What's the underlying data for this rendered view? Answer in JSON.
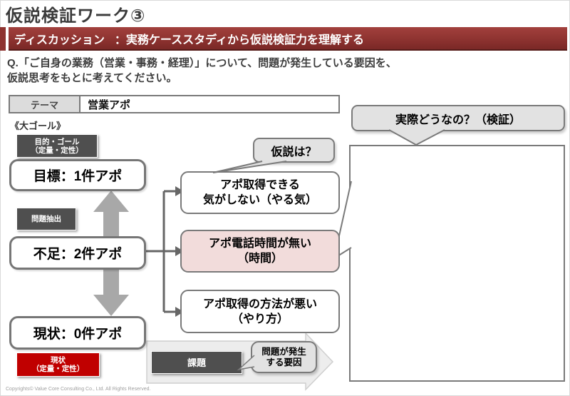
{
  "title": "仮説検証ワーク③",
  "banner": {
    "label": "ディスカッション",
    "description": "：実務ケーススタディから仮説検証力を理解する"
  },
  "question": {
    "line1": "Q.「ご自身の業務（営業・事務・経理）」について、問題が発生している要因を、",
    "line2": "仮説思考をもとに考えてください。"
  },
  "theme": {
    "label": "テーマ",
    "value": "営業アポ"
  },
  "goal_section": {
    "heading": "《大ゴール》",
    "goal_tag_line1": "目的・ゴール",
    "goal_tag_line2": "（定量・定性）",
    "target": "目標：1件アポ",
    "problem_tag": "問題抽出",
    "gap": "不足：2件アポ",
    "current": "現状：0件アポ",
    "current_tag_line1": "現状",
    "current_tag_line2": "（定量・定性）"
  },
  "hypothesis": {
    "bubble": "仮説は？",
    "items": [
      {
        "line1": "アポ取得できる",
        "line2": "気がしない（やる気）",
        "highlight": false
      },
      {
        "line1": "アポ電話時間が無い",
        "line2": "（時間）",
        "highlight": true
      },
      {
        "line1": "アポ取得の方法が悪い",
        "line2": "（やり方）",
        "highlight": false
      }
    ]
  },
  "verification": {
    "bubble": "実際どうなの？（検証）"
  },
  "bottom": {
    "issue_label": "課題",
    "cause_bubble_line1": "問題が発生",
    "cause_bubble_line2": "する要因"
  },
  "footer": {
    "copyright": "Copyrights© Value Core Consulting Co., Ltd.  All Rights Reserved."
  },
  "colors": {
    "accent_red": "#8e3330",
    "strong_red": "#c00000",
    "dark_gray": "#4f4f4f",
    "pink_fill": "#f2dcdb",
    "bubble_gray": "#e2e2e2",
    "arrow_gray": "#a8a8a8"
  }
}
